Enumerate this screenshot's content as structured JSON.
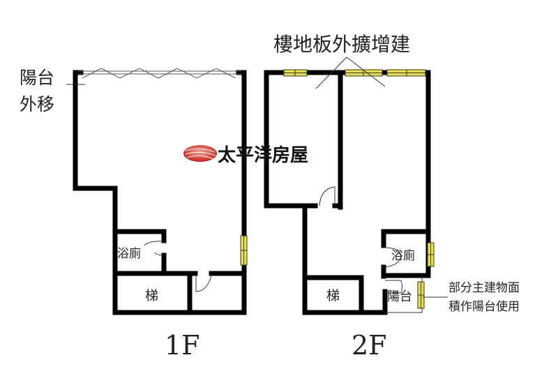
{
  "floor_1": {
    "label": "1F",
    "balcony_note_line1": "陽台",
    "balcony_note_line2": "外移",
    "bathroom": "浴廁",
    "stairs": "梯"
  },
  "floor_2": {
    "label": "2F",
    "extension_note": "樓地板外擴增建",
    "bathroom": "浴廁",
    "stairs": "梯",
    "balcony": "陽台",
    "balcony_note_line1": "部分主建物面",
    "balcony_note_line2": "積作陽台使用"
  },
  "watermark": {
    "brand": "太平洋房屋"
  },
  "colors": {
    "wall": "#000000",
    "window": "#e8e04a",
    "logo": "#d8322a"
  }
}
